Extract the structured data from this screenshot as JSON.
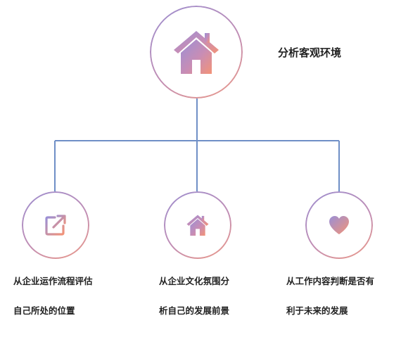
{
  "root": {
    "icon": "home-icon",
    "label": "分析客观环境"
  },
  "children": [
    {
      "icon": "external-link-icon",
      "line1": "从企业运作流程评估",
      "line2": "自己所处的位置"
    },
    {
      "icon": "home-icon",
      "line1": "从企业文化氛围分",
      "line2": "析自己的发展前景"
    },
    {
      "icon": "heart-icon",
      "line1": "从工作内容判断是否有",
      "line2": "利于未来的发展"
    }
  ],
  "colors": {
    "connector": "#6f8fc6",
    "gradient_start": "#9d8fd0",
    "gradient_end": "#f0907a",
    "text": "#222222"
  }
}
